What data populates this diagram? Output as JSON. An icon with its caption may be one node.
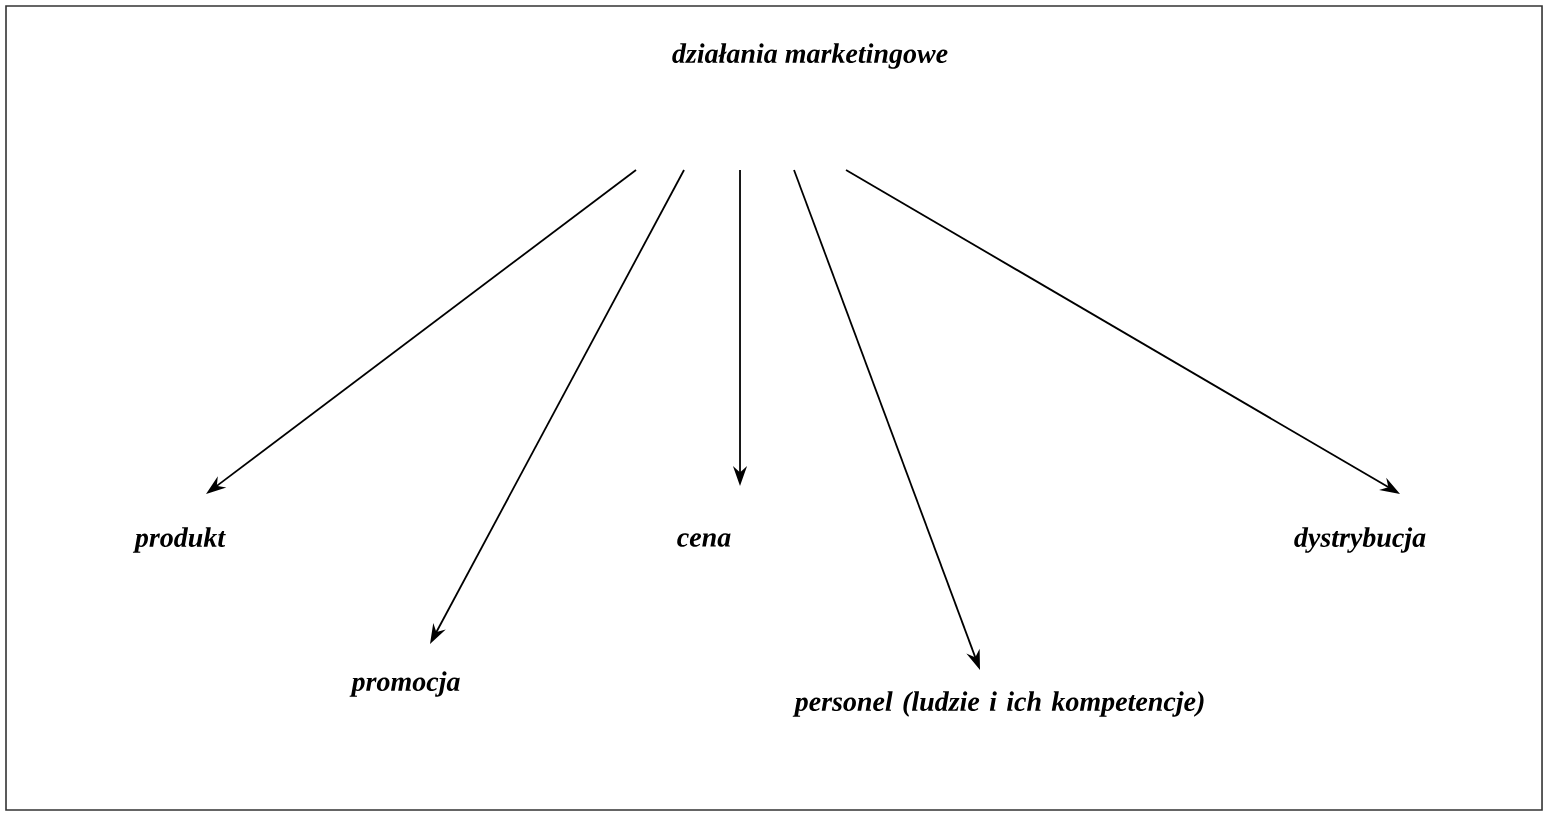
{
  "diagram": {
    "nodes": [
      {
        "text": [
          "działania marketingowe"
        ]
      },
      {
        "text": [
          "produkt"
        ]
      },
      {
        "text": [
          "promocja"
        ]
      },
      {
        "text": [
          "cena"
        ]
      },
      {
        "text": [
          "personel (ludzie i ich kompetencje)"
        ]
      },
      {
        "text": [
          "dystrybucja"
        ]
      }
    ],
    "edges": [
      {
        "from": 0,
        "to": 1,
        "arrow": "to"
      },
      {
        "from": 0,
        "to": 2,
        "arrow": "to"
      },
      {
        "from": 0,
        "to": 3,
        "arrow": "to"
      },
      {
        "from": 0,
        "to": 4,
        "arrow": "to"
      },
      {
        "from": 0,
        "to": 5,
        "arrow": "to"
      }
    ]
  }
}
